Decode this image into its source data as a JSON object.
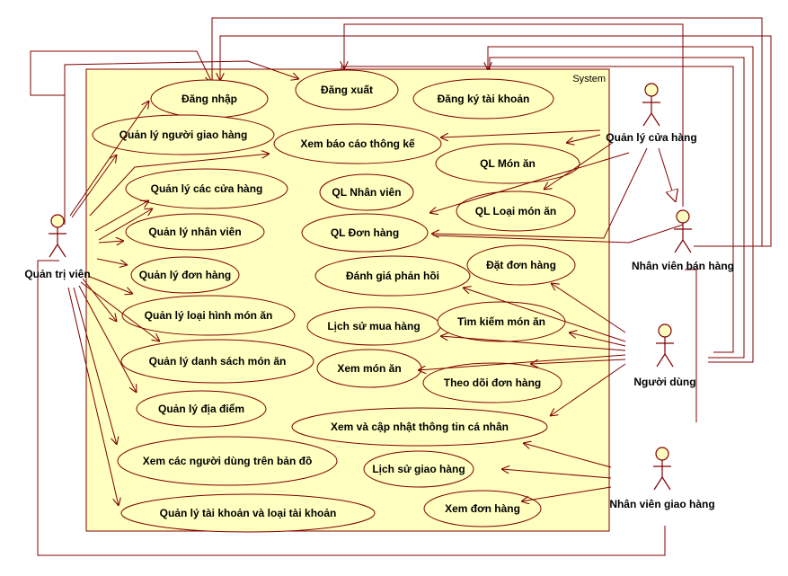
{
  "system": {
    "title": "System"
  },
  "actors": [
    {
      "id": "admin",
      "name": "Quản trị viên"
    },
    {
      "id": "store",
      "name": "Quản lý cửa hàng"
    },
    {
      "id": "sales",
      "name": "Nhân viên bán hàng"
    },
    {
      "id": "user",
      "name": "Người dùng"
    },
    {
      "id": "delivery",
      "name": "Nhân viên giao hàng"
    }
  ],
  "use_cases": [
    {
      "id": "login",
      "label": "Đăng nhập"
    },
    {
      "id": "logout",
      "label": "Đăng xuất"
    },
    {
      "id": "register",
      "label": "Đăng ký tài khoản"
    },
    {
      "id": "ql_shipper",
      "label": "Quản lý người giao hàng"
    },
    {
      "id": "report",
      "label": "Xem báo cáo thông kế"
    },
    {
      "id": "ql_monan",
      "label": "QL Món ăn"
    },
    {
      "id": "ql_stores",
      "label": "Quản lý các cửa hàng"
    },
    {
      "id": "ql_nv",
      "label": "QL Nhân viên"
    },
    {
      "id": "ql_loaimon",
      "label": "QL Loại món ăn"
    },
    {
      "id": "ql_staff",
      "label": "Quản lý nhân viên"
    },
    {
      "id": "ql_order",
      "label": "QL Đơn hàng"
    },
    {
      "id": "place_order",
      "label": "Đặt đơn hàng"
    },
    {
      "id": "ql_orders",
      "label": "Quản lý đơn hàng"
    },
    {
      "id": "feedback",
      "label": "Đánh giá phản hồi"
    },
    {
      "id": "ql_loaihinh",
      "label": "Quản lý loại hình món ăn"
    },
    {
      "id": "history_buy",
      "label": "Lịch sử mua hàng"
    },
    {
      "id": "search_food",
      "label": "Tìm kiếm món ăn"
    },
    {
      "id": "ql_dsmon",
      "label": "Quản lý danh sách món ăn"
    },
    {
      "id": "view_food",
      "label": "Xem món ăn"
    },
    {
      "id": "track_order",
      "label": "Theo dõi đơn hàng"
    },
    {
      "id": "ql_place",
      "label": "Quản lý địa điểm"
    },
    {
      "id": "profile",
      "label": "Xem và cập nhật thông tin cá nhân"
    },
    {
      "id": "map_users",
      "label": "Xem các người dùng trên bản đồ"
    },
    {
      "id": "history_ship",
      "label": "Lịch sử giao hàng"
    },
    {
      "id": "ql_account",
      "label": "Quản lý tài khoản và loại tài khoản"
    },
    {
      "id": "view_orders",
      "label": "Xem đơn hàng"
    }
  ]
}
